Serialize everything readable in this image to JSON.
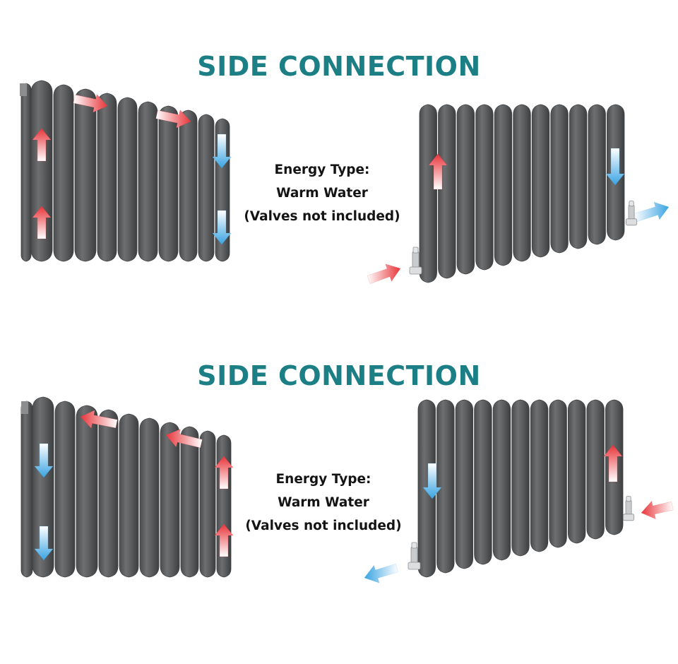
{
  "colors": {
    "title": "#1c7f86",
    "radiator": "#5f6163",
    "radiator_shadow": "#3f4143",
    "radiator_light": "#8b8d8f",
    "hot_arrow": "#e8353a",
    "cold_arrow": "#39a3e2",
    "valve": "#c9cbcd"
  },
  "sections": {
    "top": {
      "title": "SIDE CONNECTION",
      "energy_label": "Energy Type:",
      "energy_value": "Warm Water",
      "note": "(Valves not included)"
    },
    "bottom": {
      "title": "SIDE CONNECTION",
      "energy_label": "Energy Type:",
      "energy_value": "Warm Water",
      "note": "(Valves not included)"
    }
  },
  "icons": {
    "hot_flow": "red-arrow-icon",
    "cold_flow": "blue-arrow-icon",
    "valve": "radiator-valve-icon"
  }
}
